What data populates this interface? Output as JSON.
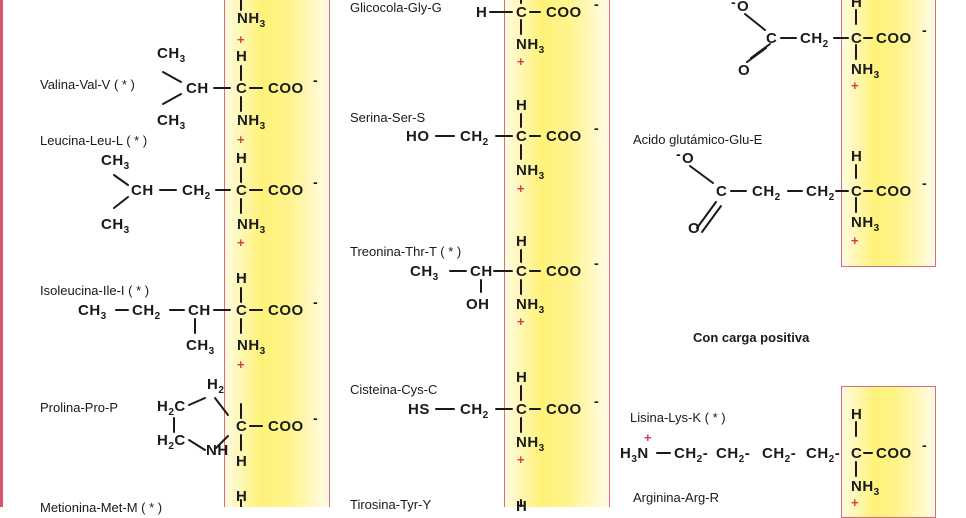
{
  "labels": {
    "glicocola": "Glicocola-Gly-G",
    "valina": "Valina-Val-V ( * )",
    "serina": "Serina-Ser-S",
    "leucina": "Leucina-Leu-L ( * )",
    "glutamico": "Acido glutámico-Glu-E",
    "treonina": "Treonina-Thr-T ( * )",
    "isoleucina": "Isoleucina-Ile-I ( * )",
    "carga_positiva": "Con carga positiva",
    "prolina": "Prolina-Pro-P",
    "cisteina": "Cisteina-Cys-C",
    "lisina": "Lisina-Lys-K ( * )",
    "metionina": "Metionina-Met-M ( * )",
    "tirosina": "Tirosina-Tyr-Y",
    "arginina": "Arginina-Arg-R"
  },
  "atoms": {
    "H": "H",
    "C": "C",
    "COO": "COO",
    "NH": "NH",
    "N": "N",
    "O": "O",
    "CH": "CH",
    "HO": "HO",
    "OH": "OH",
    "HS": "HS",
    "minus": "-",
    "plus": "+",
    "sub2": "2",
    "sub3": "3"
  },
  "colors": {
    "band": "#fff27a",
    "border": "#e06a7a",
    "plus": "#d23a4e"
  }
}
